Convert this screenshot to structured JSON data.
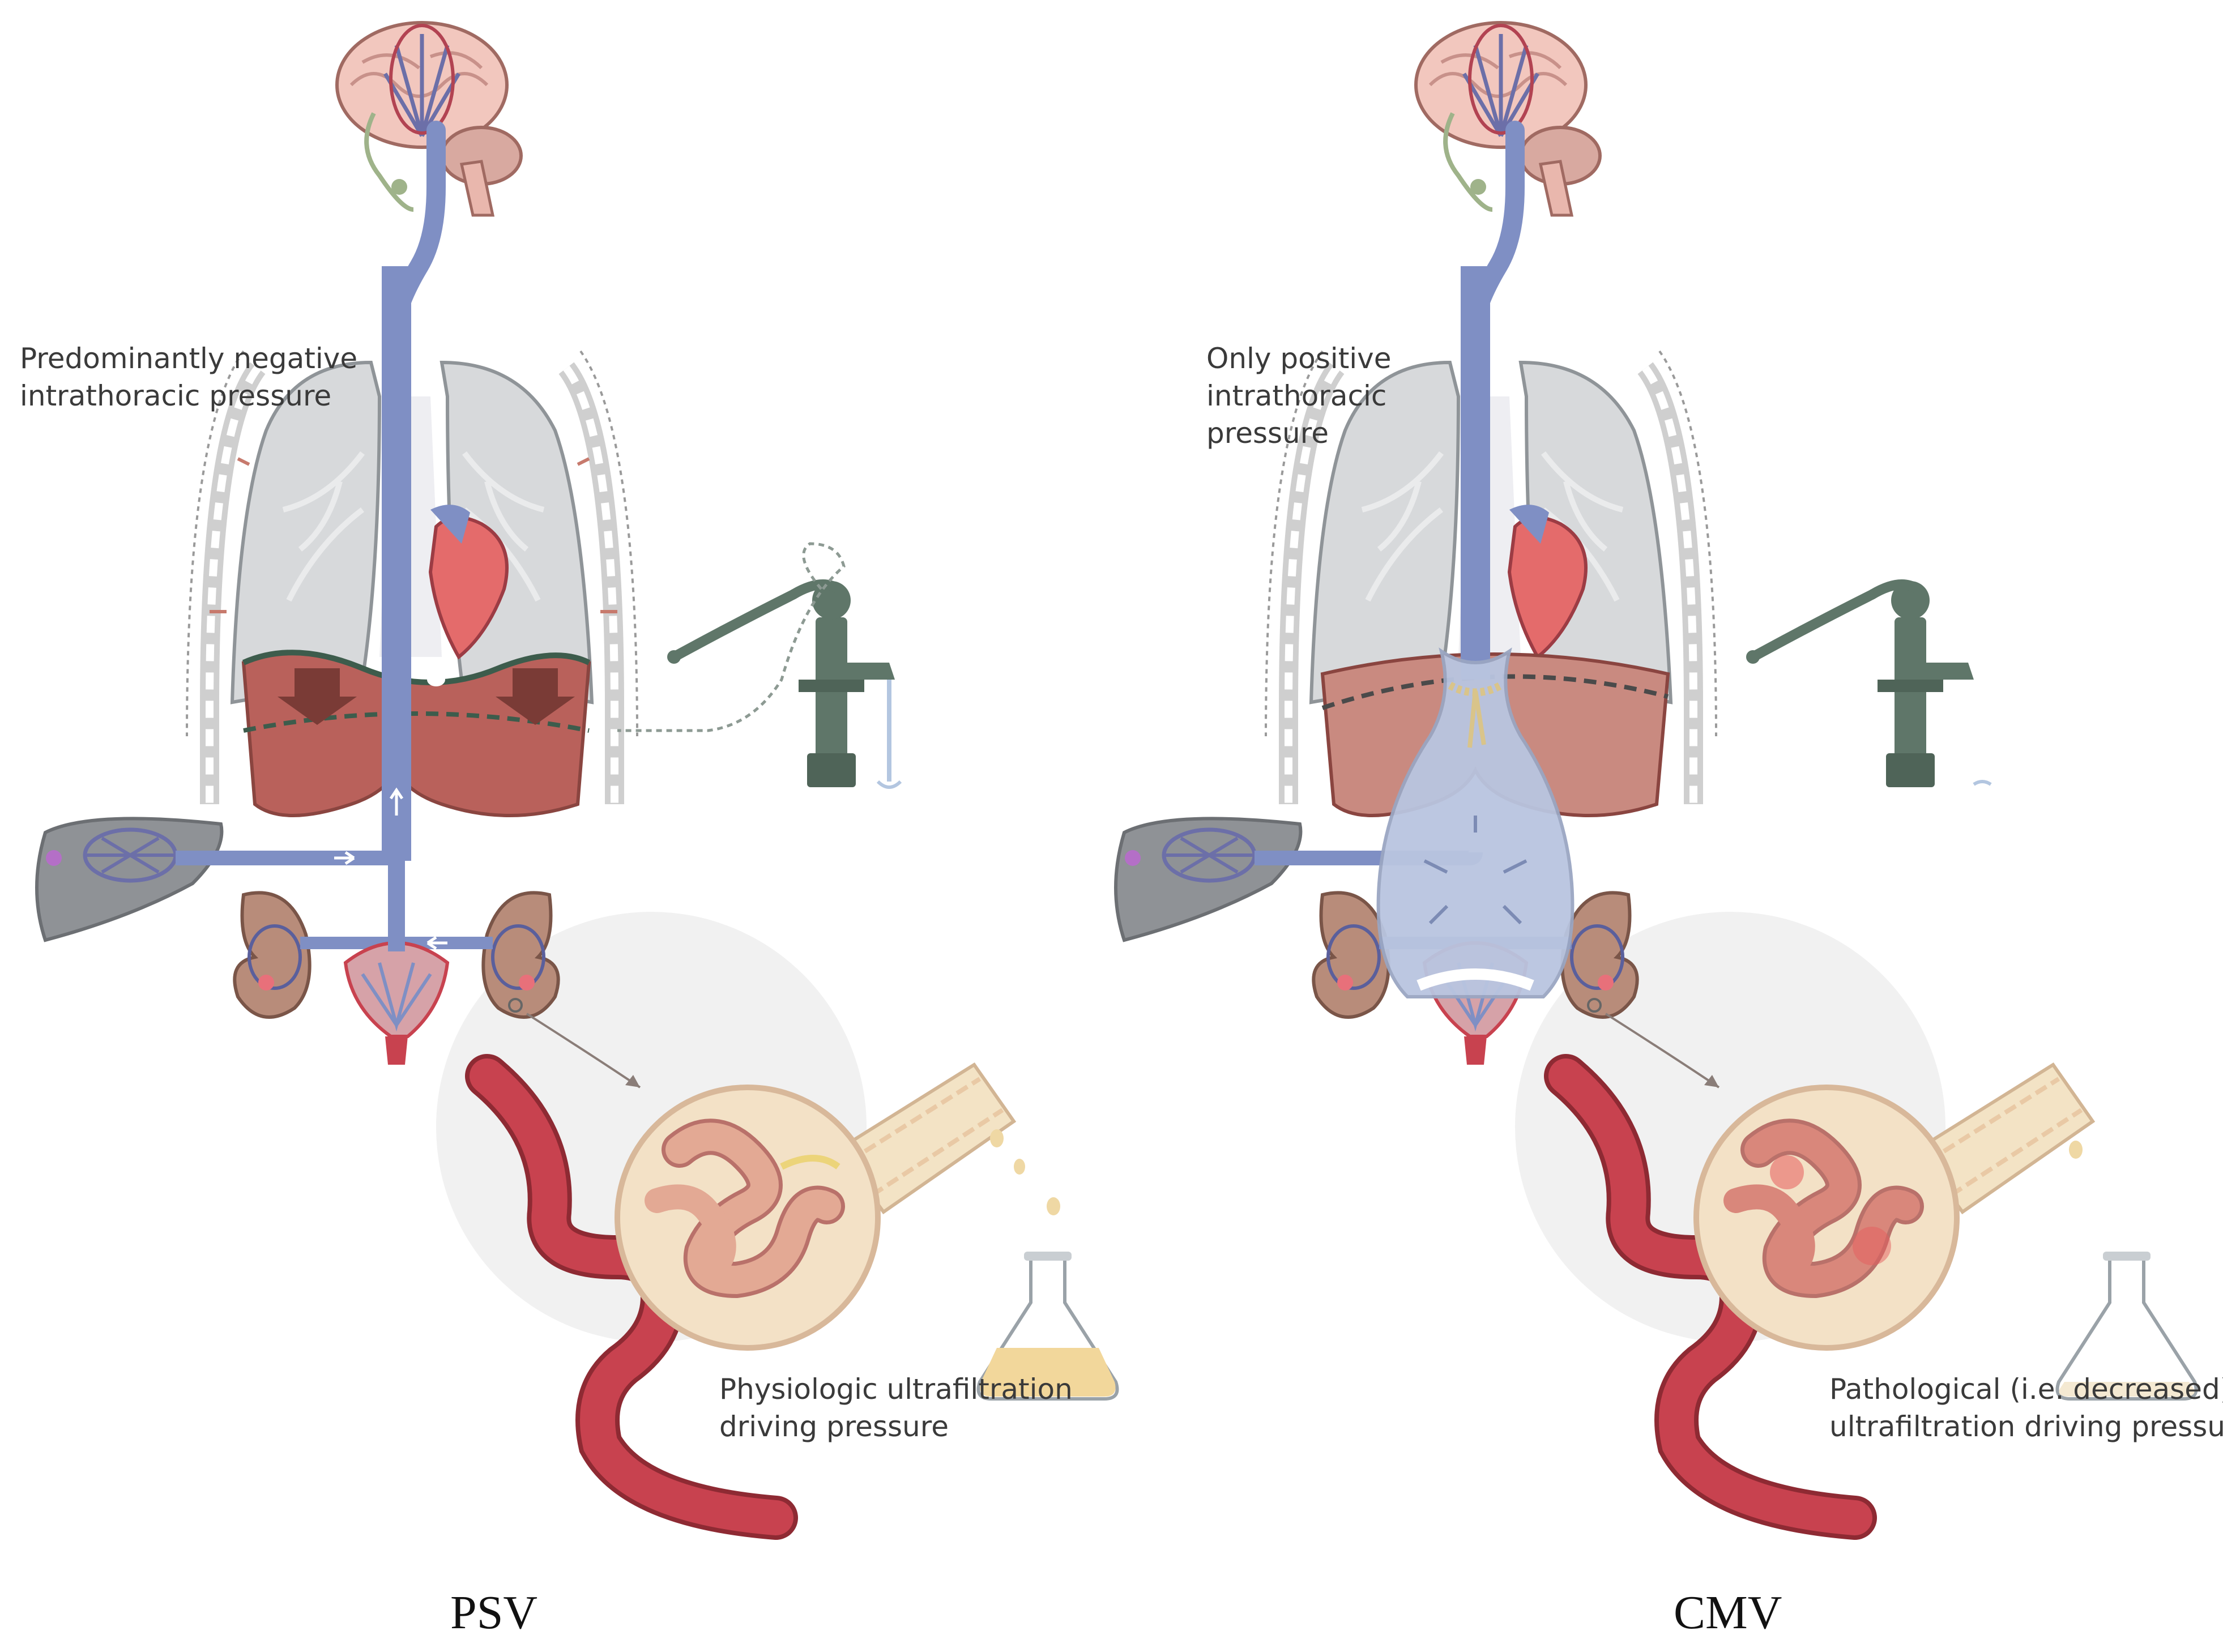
{
  "panels": {
    "left": {
      "caption": "PSV",
      "thorax_label_line1": "Predominantly negative",
      "thorax_label_line2": "intrathoracic pressure",
      "filtration_label_line1": "Physiologic ultrafiltration",
      "filtration_label_line2": "driving pressure"
    },
    "right": {
      "caption": "CMV",
      "thorax_label_line1": "Only positive",
      "thorax_label_line2": "intrathoracic",
      "thorax_label_line3": "pressure",
      "filtration_label_line1": "Pathological (i.e.  decreased)",
      "filtration_label_line2": "ultrafiltration driving pressure"
    }
  },
  "colors": {
    "vein": "#7f8fc4",
    "artery": "#c8424f",
    "lung": "#d7d9db",
    "diaphragm": "#b9615b",
    "organ_gray": "#8f9296",
    "kidney": "#b88c7a",
    "brain": "#f2c7be",
    "pump": "#5f7669",
    "tubule": "#e3a994",
    "spotlight": "#f1f1f1",
    "urine_physiologic": "#f2d79b",
    "urine_pathologic": "#f4e9d2"
  },
  "icons": [
    "brain-icon",
    "heart-icon",
    "liver-icon",
    "kidney-icon",
    "water-pump-icon",
    "flask-icon",
    "glomerulus-icon"
  ]
}
